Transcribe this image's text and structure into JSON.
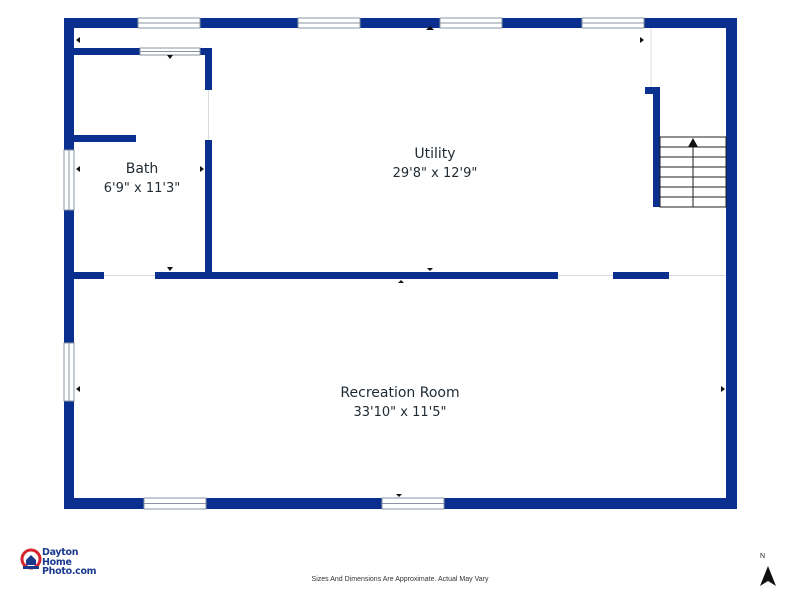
{
  "rooms": {
    "utility": {
      "name": "Utility",
      "dimensions": "29'8\" x 12'9\""
    },
    "bath": {
      "name": "Bath",
      "dimensions": "6'9\" x 11'3\""
    },
    "recreation": {
      "name": "Recreation Room",
      "dimensions": "33'10\" x 11'5\""
    }
  },
  "logo": {
    "line1": "Dayton",
    "line2": "Home",
    "line3": "Photo.com"
  },
  "disclaimer": "Sizes And Dimensions Are Approximate. Actual May Vary",
  "compass": {
    "label": "N"
  },
  "colors": {
    "wall": "#0a2f8f",
    "window_frame": "#8a94a6",
    "text": "#1f2a33",
    "brand_red": "#d6252c"
  }
}
